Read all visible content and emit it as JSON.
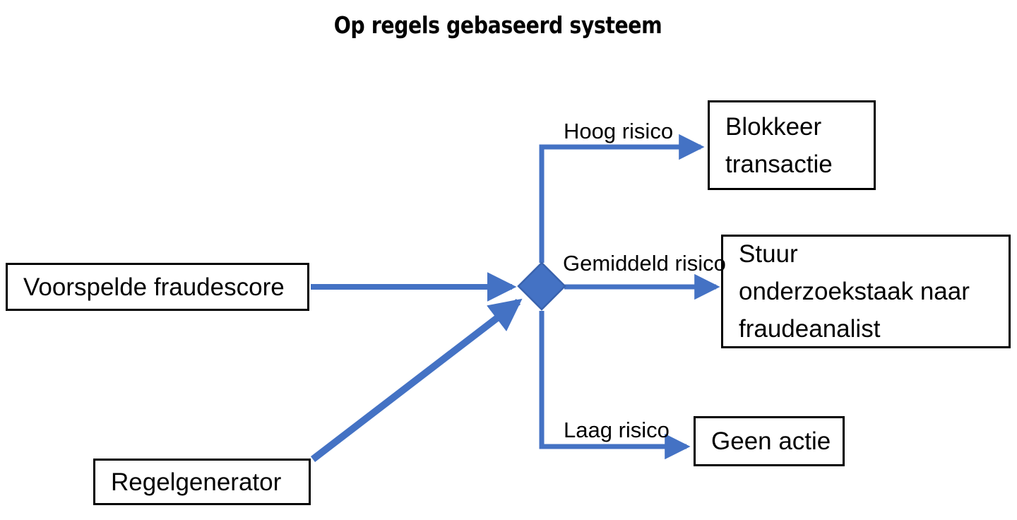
{
  "title": "Op regels gebaseerd systeem",
  "colors": {
    "connector_blue": "#4472C4",
    "connector_blue_dark": "#3A63AE",
    "node_border": "#000000",
    "node_fill": "#FFFFFF",
    "text": "#000000",
    "background": "#FFFFFF"
  },
  "nodes": {
    "input_score": {
      "label": "Voorspelde fraudescore",
      "shape": "rectangle"
    },
    "input_rules": {
      "label": "Regelgenerator",
      "shape": "rectangle"
    },
    "decision": {
      "label": "",
      "shape": "diamond"
    },
    "out_block": {
      "label": "Blokkeer\ntransactie",
      "shape": "rectangle"
    },
    "out_investigate": {
      "label": "Stuur\nonderzoekstaak naar\nfraudeanalist",
      "shape": "rectangle"
    },
    "out_none": {
      "label": "Geen actie",
      "shape": "rectangle"
    }
  },
  "edges": {
    "score_to_decision": {
      "label": "",
      "from": "input_score",
      "to": "decision"
    },
    "rules_to_decision": {
      "label": "",
      "from": "input_rules",
      "to": "decision"
    },
    "decision_to_block": {
      "label": "Hoog risico",
      "from": "decision",
      "to": "out_block"
    },
    "decision_to_investigate": {
      "label": "Gemiddeld risico",
      "from": "decision",
      "to": "out_investigate"
    },
    "decision_to_none": {
      "label": "Laag risico",
      "from": "decision",
      "to": "out_none"
    }
  }
}
